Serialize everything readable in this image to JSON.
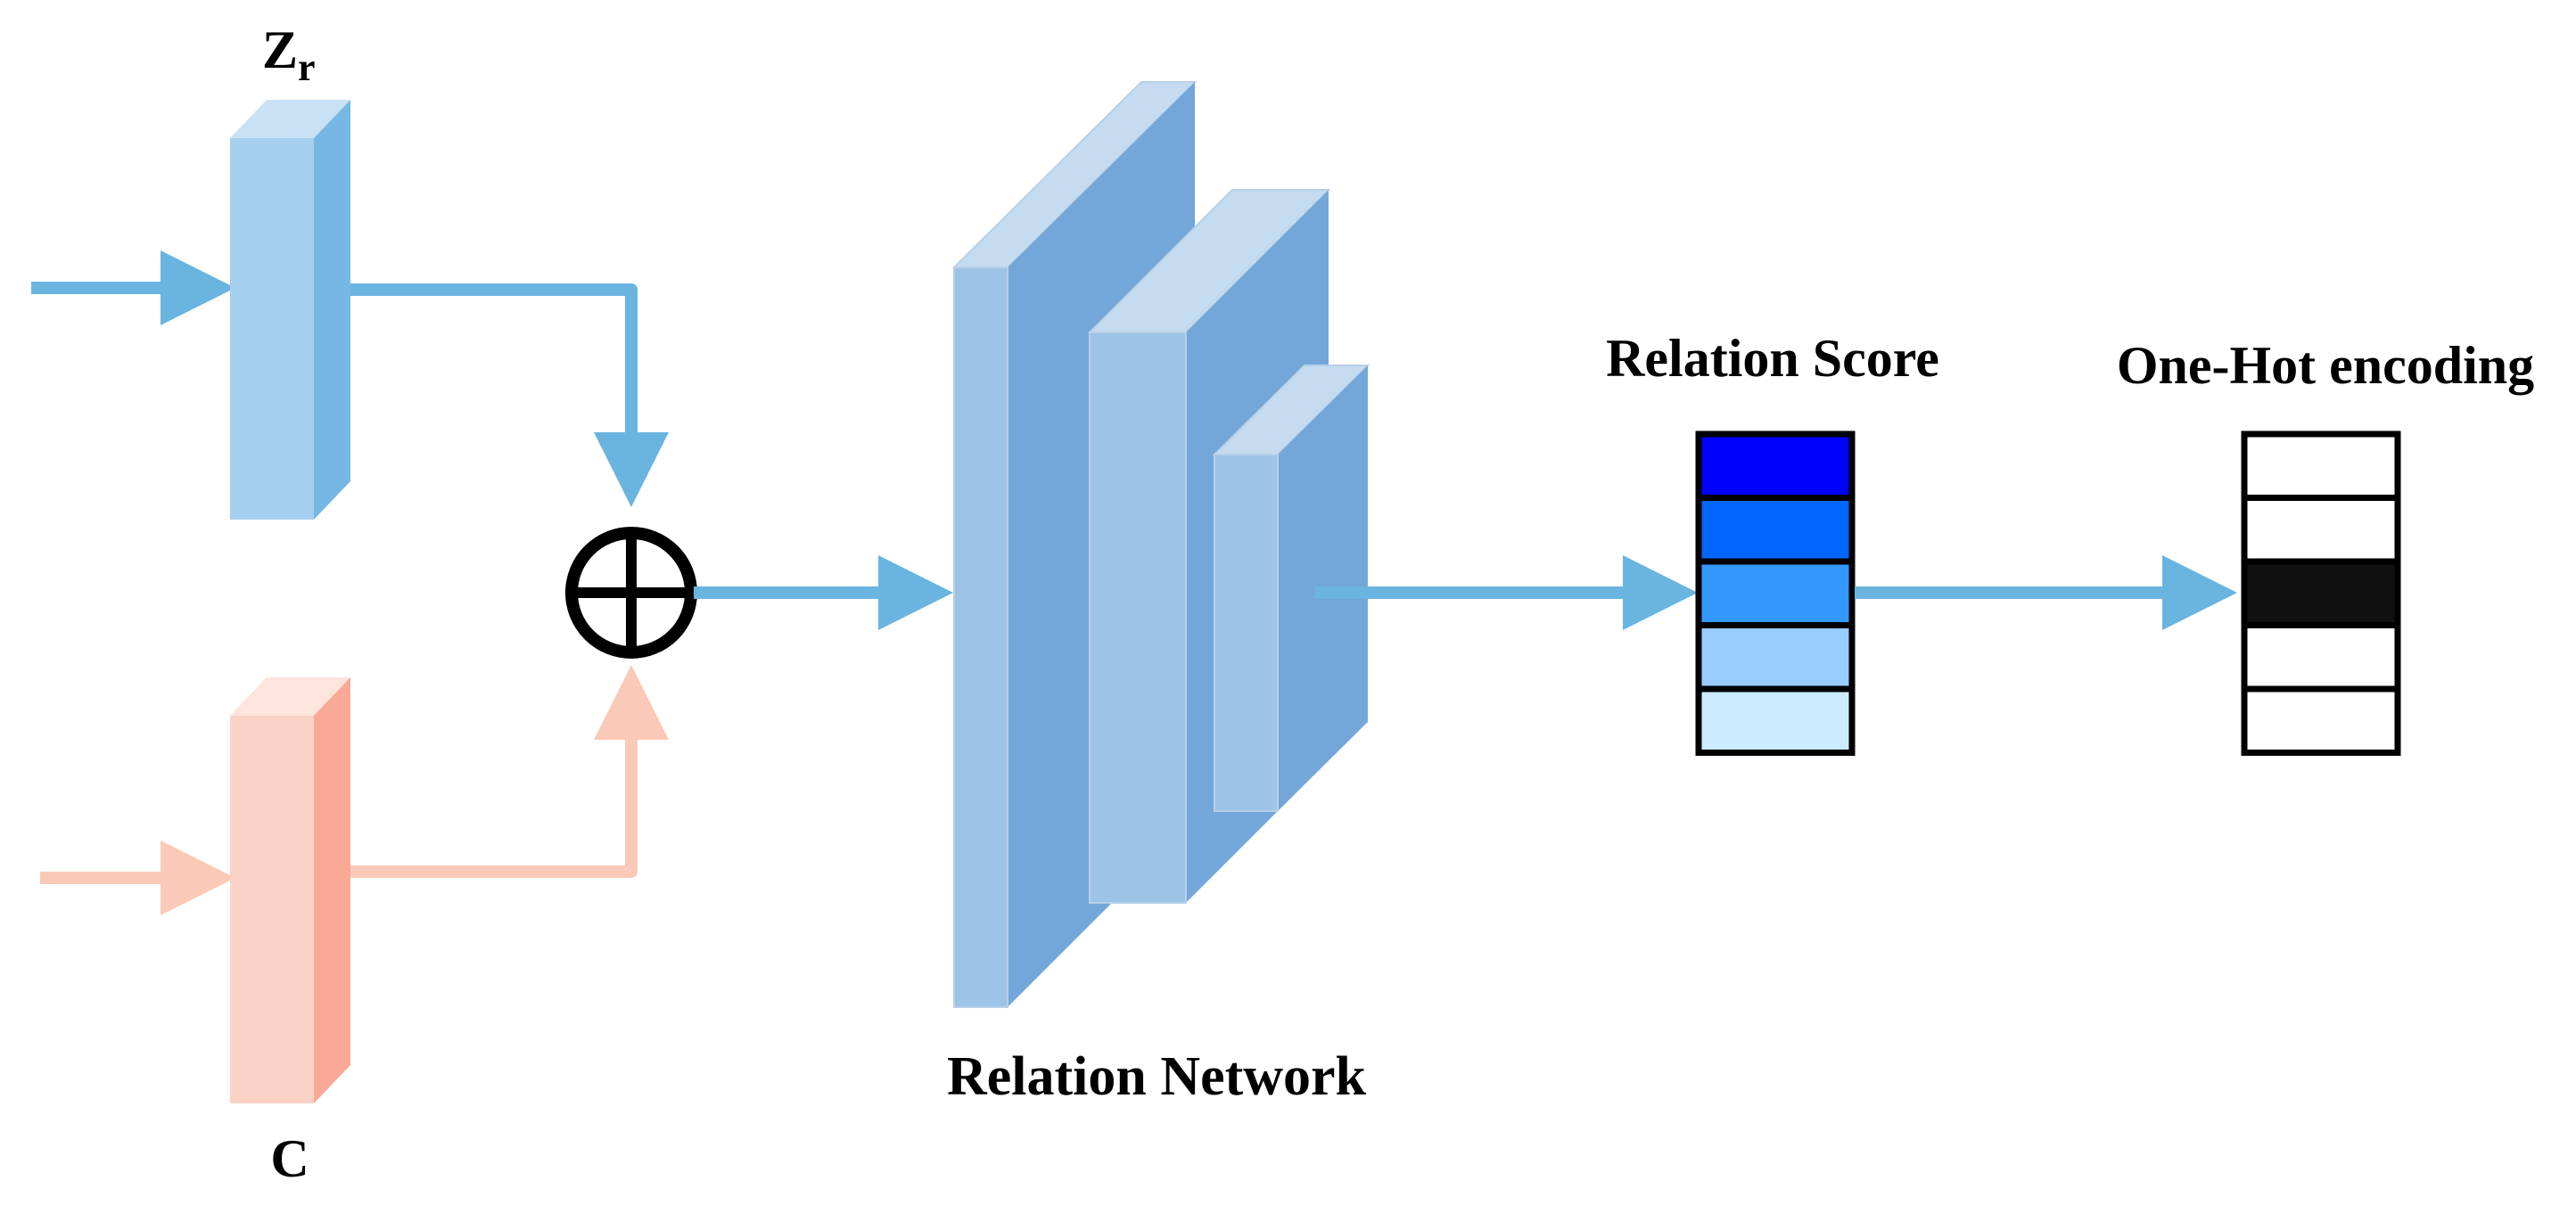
{
  "labels": {
    "zr_main": "Z",
    "zr_sub": "r",
    "c": "C",
    "relation_network": "Relation Network",
    "relation_score": "Relation Score",
    "one_hot": "One-Hot encoding"
  },
  "colors": {
    "blue_path": "#6AB4E0",
    "salmon_path": "#FBC9B7",
    "zr_front": "#A5CFEE",
    "zr_side": "#76B8E3",
    "zr_top": "#C8E1F4",
    "c_front": "#FBD3C6",
    "c_side": "#F9A996",
    "c_top": "#FDE4DC",
    "rn_front": "#9DC3E6",
    "rn_side": "#73A7D9",
    "rn_top": "#C5DCF0"
  },
  "relation_score_cells": [
    "#0000FF",
    "#0066FF",
    "#3399FF",
    "#99CCFF",
    "#CCEBFF"
  ],
  "one_hot_cells": [
    "#FFFFFF",
    "#FFFFFF",
    "#111111",
    "#FFFFFF",
    "#FFFFFF"
  ]
}
